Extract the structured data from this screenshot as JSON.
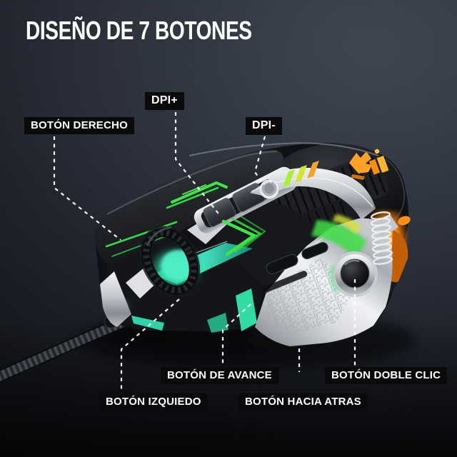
{
  "title": "DISEÑO DE 7 BOTONES",
  "annotations": {
    "dpi_plus": {
      "label": "DPI+"
    },
    "dpi_minus": {
      "label": "DPI-"
    },
    "right_button": {
      "label": "BOTÓN DERECHO"
    },
    "forward_button": {
      "label": "BOTÓN DE AVANCE"
    },
    "double_click_button": {
      "label": "BOTÓN DOBLE CLIC"
    },
    "left_button": {
      "label": "BOTÓN IZQUIEDO"
    },
    "back_button": {
      "label": "BOTÓN HACIA ATRAS"
    }
  },
  "colors": {
    "background_fabric": "#3a4049",
    "label_background": "#0a0a0b",
    "label_text": "#ffffff",
    "leader_line": "#ffffff",
    "accent_green": "#3fe24a",
    "accent_teal": "#38e8b6",
    "accent_orange": "#ff9a1f",
    "silver": "#d7dade"
  },
  "dpi_indicator": {
    "bar_colors": [
      "#a9ee38",
      "#d6e430",
      "#f2a32b"
    ]
  }
}
